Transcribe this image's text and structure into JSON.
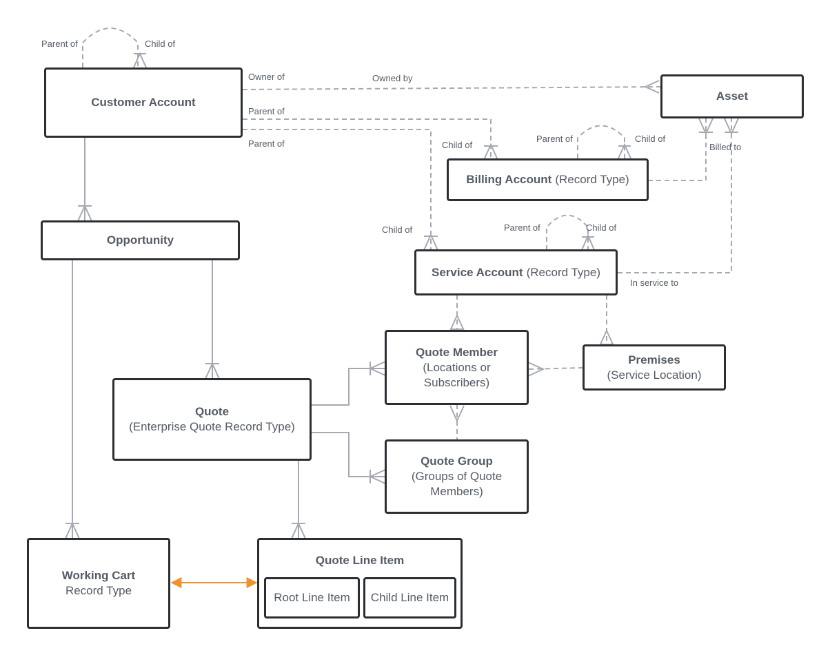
{
  "entities": {
    "customer_account": {
      "title": "Customer Account"
    },
    "asset": {
      "title": "Asset"
    },
    "billing_account": {
      "title": "Billing Account",
      "sub": "(Record Type)"
    },
    "service_account": {
      "title": "Service Account",
      "sub": "(Record Type)"
    },
    "opportunity": {
      "title": "Opportunity"
    },
    "quote_member": {
      "title": "Quote Member",
      "sub1": "(Locations or",
      "sub2": "Subscribers)"
    },
    "premises": {
      "title": "Premises",
      "sub": "(Service Location)"
    },
    "quote": {
      "title": "Quote",
      "sub": "(Enterprise Quote Record Type)"
    },
    "quote_group": {
      "title": "Quote Group",
      "sub1": "(Groups of Quote",
      "sub2": "Members)"
    },
    "working_cart": {
      "title": "Working Cart",
      "sub": "Record Type"
    },
    "quote_line_item": {
      "title": "Quote Line Item",
      "root": "Root Line Item",
      "child": "Child Line Item"
    }
  },
  "labels": {
    "ca_parent_of_self": "Parent of",
    "ca_child_of_self": "Child of",
    "owner_of": "Owner of",
    "owned_by": "Owned by",
    "ca_parent_of_billing": "Parent of",
    "ca_parent_of_service": "Parent of",
    "billing_child_of": "Child of",
    "billing_parent_of_self": "Parent of",
    "billing_child_of_self": "Child of",
    "billed_to": "Billed to",
    "service_child_of": "Child of",
    "service_parent_of_self": "Parent of",
    "service_child_of_self": "Child of",
    "in_service_to": "In service to"
  },
  "colors": {
    "box_border": "#2b2e33",
    "connector": "#a6a9b1",
    "text": "#555b66",
    "highlight_arrow": "#f0922b"
  }
}
